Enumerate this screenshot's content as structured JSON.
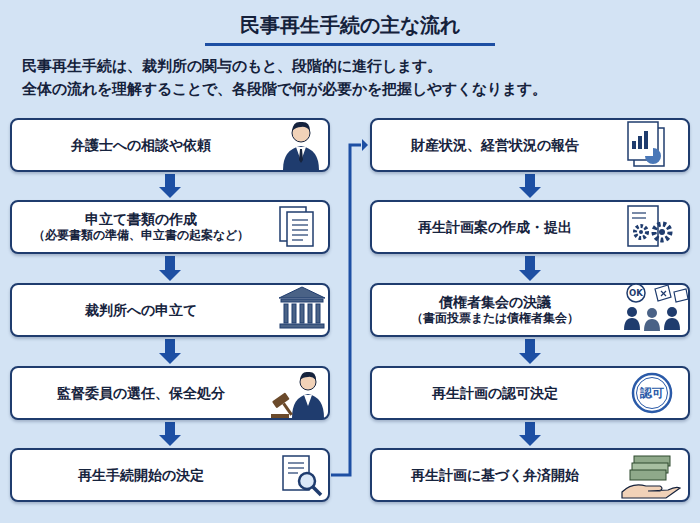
{
  "diagram": {
    "title": "民事再生手続の主な流れ",
    "nodes": [
      {
        "text": [
          "弁護士への相談や依頼"
        ]
      },
      {
        "text": [
          "申立て書類の作成",
          "（必要書類の準備、申立書の起案など）"
        ]
      },
      {
        "text": [
          "裁判所への申立て"
        ]
      },
      {
        "text": [
          "監督委員の選任、保全処分"
        ]
      },
      {
        "text": [
          "再生手続開始の決定"
        ]
      },
      {
        "text": [
          "財産状況、経営状況の報告"
        ]
      },
      {
        "text": [
          "再生計画案の作成・提出"
        ]
      },
      {
        "text": [
          "債権者集会の決議",
          "（書面投票または債権者集会）"
        ]
      },
      {
        "text": [
          "再生計画の認可決定"
        ]
      },
      {
        "text": [
          "再生計画に基づく弁済開始"
        ]
      }
    ],
    "edges": [
      {
        "from": 0,
        "to": 1,
        "arrow": "to"
      },
      {
        "from": 1,
        "to": 2,
        "arrow": "to"
      },
      {
        "from": 2,
        "to": 3,
        "arrow": "to"
      },
      {
        "from": 3,
        "to": 4,
        "arrow": "to"
      },
      {
        "from": 4,
        "to": 5,
        "arrow": "to"
      },
      {
        "from": 5,
        "to": 6,
        "arrow": "to"
      },
      {
        "from": 6,
        "to": 7,
        "arrow": "to"
      },
      {
        "from": 7,
        "to": 8,
        "arrow": "to"
      },
      {
        "from": 8,
        "to": 9,
        "arrow": "to"
      }
    ],
    "labels": [
      "民事再生手続は、裁判所の関与のもと、段階的に進行します。",
      "全体の流れを理解することで、各段階で何が必要かを把握しやすくなります。",
      "OK",
      "認可"
    ]
  }
}
